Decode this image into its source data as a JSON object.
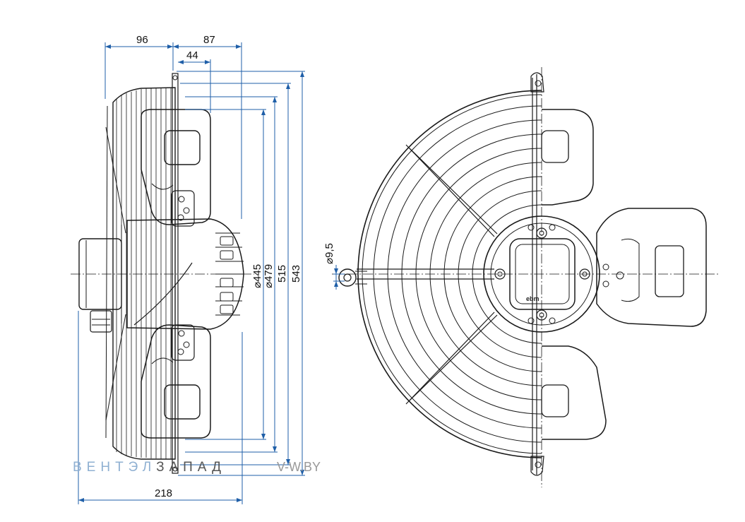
{
  "dimensions": {
    "d96": "96",
    "d87": "87",
    "d44": "44",
    "d445": "⌀445",
    "d479": "⌀479",
    "d515": "515",
    "d543": "543",
    "d218": "218",
    "d95": "⌀9,5"
  },
  "watermark": {
    "part1": "ВЕНТЭЛ",
    "part2": "ЗАПАД",
    "part3": "V-W.BY",
    "color_light": "#8fb0d2",
    "color_dark": "#555555"
  },
  "colors": {
    "dimension_line": "#1f5fa8",
    "ink": "#1a1a1a"
  }
}
